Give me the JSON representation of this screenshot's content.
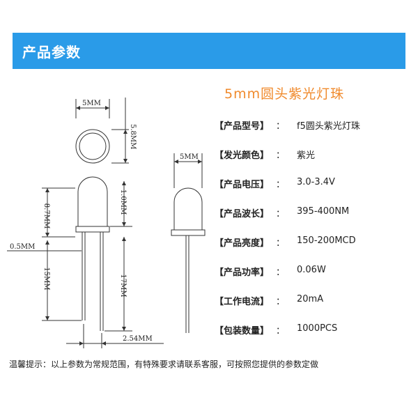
{
  "header": {
    "title": "产品参数"
  },
  "product": {
    "title": "5mm圆头紫光灯珠"
  },
  "diagram_labels": {
    "top_width": "5MM",
    "top_height": "5.8MM",
    "body_height": "8.7MM",
    "dome_height": "1.0MM",
    "lead_thickness": "0.5MM",
    "short_lead": "15MM",
    "long_lead": "17MM",
    "pitch": "2.54MM",
    "side_width": "5MM"
  },
  "specs": [
    {
      "label": "【产品型号】",
      "sep": "：",
      "value": "f5圆头紫光灯珠"
    },
    {
      "label": "【发光颜色】",
      "sep": "：",
      "value": "紫光"
    },
    {
      "label": "【产品电压】",
      "sep": "：",
      "value": "3.0-3.4V"
    },
    {
      "label": "【产品波长】",
      "sep": "：",
      "value": "395-400NM"
    },
    {
      "label": "【产品亮度】",
      "sep": "：",
      "value": "150-200MCD"
    },
    {
      "label": "【产品功率】",
      "sep": "：",
      "value": "0.06W"
    },
    {
      "label": "【工作电流】",
      "sep": "：",
      "value": "20mA"
    },
    {
      "label": "【包装数量】",
      "sep": "：",
      "value": "1000PCS"
    }
  ],
  "footer": {
    "note": "温馨提示：以上参数为常规范围，有特殊要求请联系客服，可按照您提供的参数定做"
  },
  "colors": {
    "header_bg": "#2a9be8",
    "title_orange": "#f08a2c"
  }
}
